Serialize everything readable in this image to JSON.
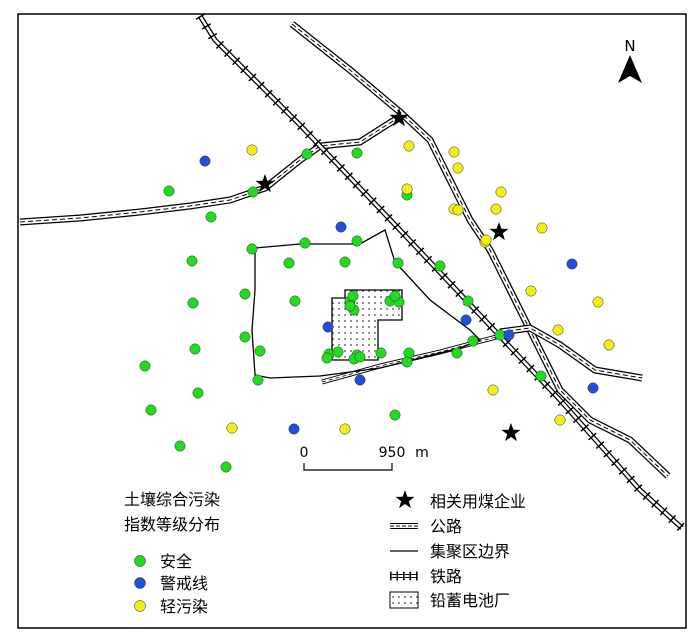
{
  "north_label": "N",
  "scale": {
    "start": "0",
    "end": "950",
    "unit": "m"
  },
  "legend_left": {
    "title_line1": "土壤综合污染",
    "title_line2": "指数等级分布",
    "items": [
      {
        "label": "安全",
        "color": "#1fdc1f"
      },
      {
        "label": "警戒线",
        "color": "#1f4fdc"
      },
      {
        "label": "轻污染",
        "color": "#f2ee14"
      }
    ]
  },
  "legend_right": {
    "items": [
      {
        "label": "相关用煤企业"
      },
      {
        "label": "公路"
      },
      {
        "label": "集聚区边界"
      },
      {
        "label": "铁路"
      },
      {
        "label": "铅蓄电池厂"
      }
    ]
  },
  "colors": {
    "safe": "#1fdc1f",
    "warning": "#1f4fdc",
    "light_pollution": "#f2ee14",
    "line": "#000000"
  },
  "sample_points": {
    "safe_count": 48,
    "warning_count": 9,
    "light_pollution_count": 20
  }
}
